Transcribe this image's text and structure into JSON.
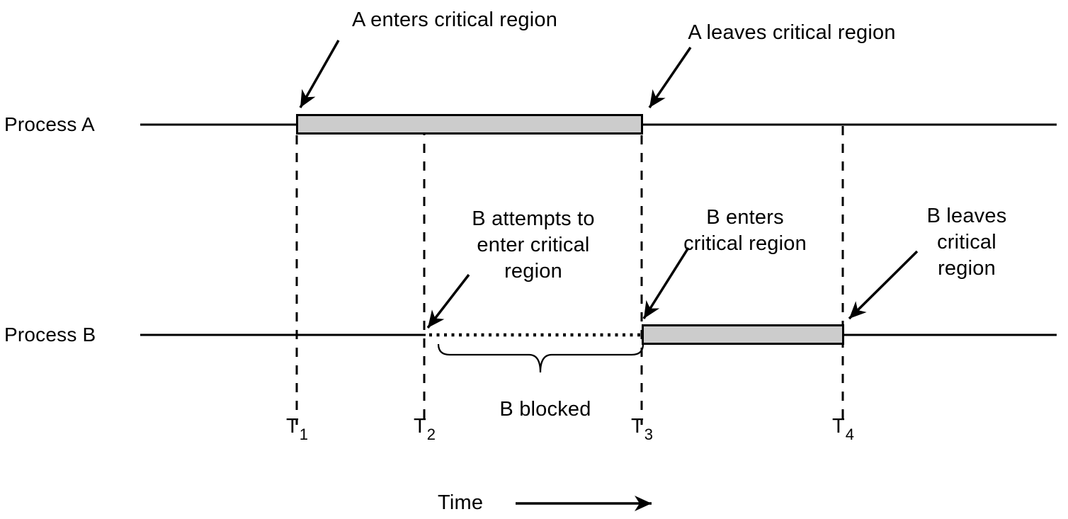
{
  "figure": {
    "description": "Mutual exclusion using critical regions timing diagram",
    "background": "#ffffff"
  },
  "processes": {
    "a_label": "Process A",
    "b_label": "Process B"
  },
  "annotations": {
    "a_enters": "A enters critical region",
    "a_leaves": "A leaves critical region",
    "b_attempts": "B attempts to\nenter critical\nregion",
    "b_enters": "B enters\ncritical region",
    "b_leaves": "B leaves\ncritical region",
    "b_blocked": "B blocked"
  },
  "time_axis": {
    "label": "Time",
    "ticks": [
      {
        "base": "T",
        "sub": "1"
      },
      {
        "base": "T",
        "sub": "2"
      },
      {
        "base": "T",
        "sub": "3"
      },
      {
        "base": "T",
        "sub": "4"
      }
    ]
  },
  "colors": {
    "critical_region_fill": "#cccccc",
    "line": "#000000",
    "background": "#ffffff"
  },
  "semantics": {
    "events": [
      {
        "time": "T1",
        "event": "A enters critical region"
      },
      {
        "time": "T2",
        "event": "B attempts to enter critical region (B blocked)"
      },
      {
        "time": "T3",
        "event": "A leaves critical region"
      },
      {
        "time": "T3",
        "event": "B enters critical region"
      },
      {
        "time": "T4",
        "event": "B leaves critical region"
      }
    ],
    "critical_regions": [
      {
        "process": "A",
        "from": "T1",
        "to": "T3"
      },
      {
        "process": "B",
        "from": "T3",
        "to": "T4"
      }
    ],
    "blocked_interval": {
      "process": "B",
      "from": "T2",
      "to": "T3"
    }
  }
}
